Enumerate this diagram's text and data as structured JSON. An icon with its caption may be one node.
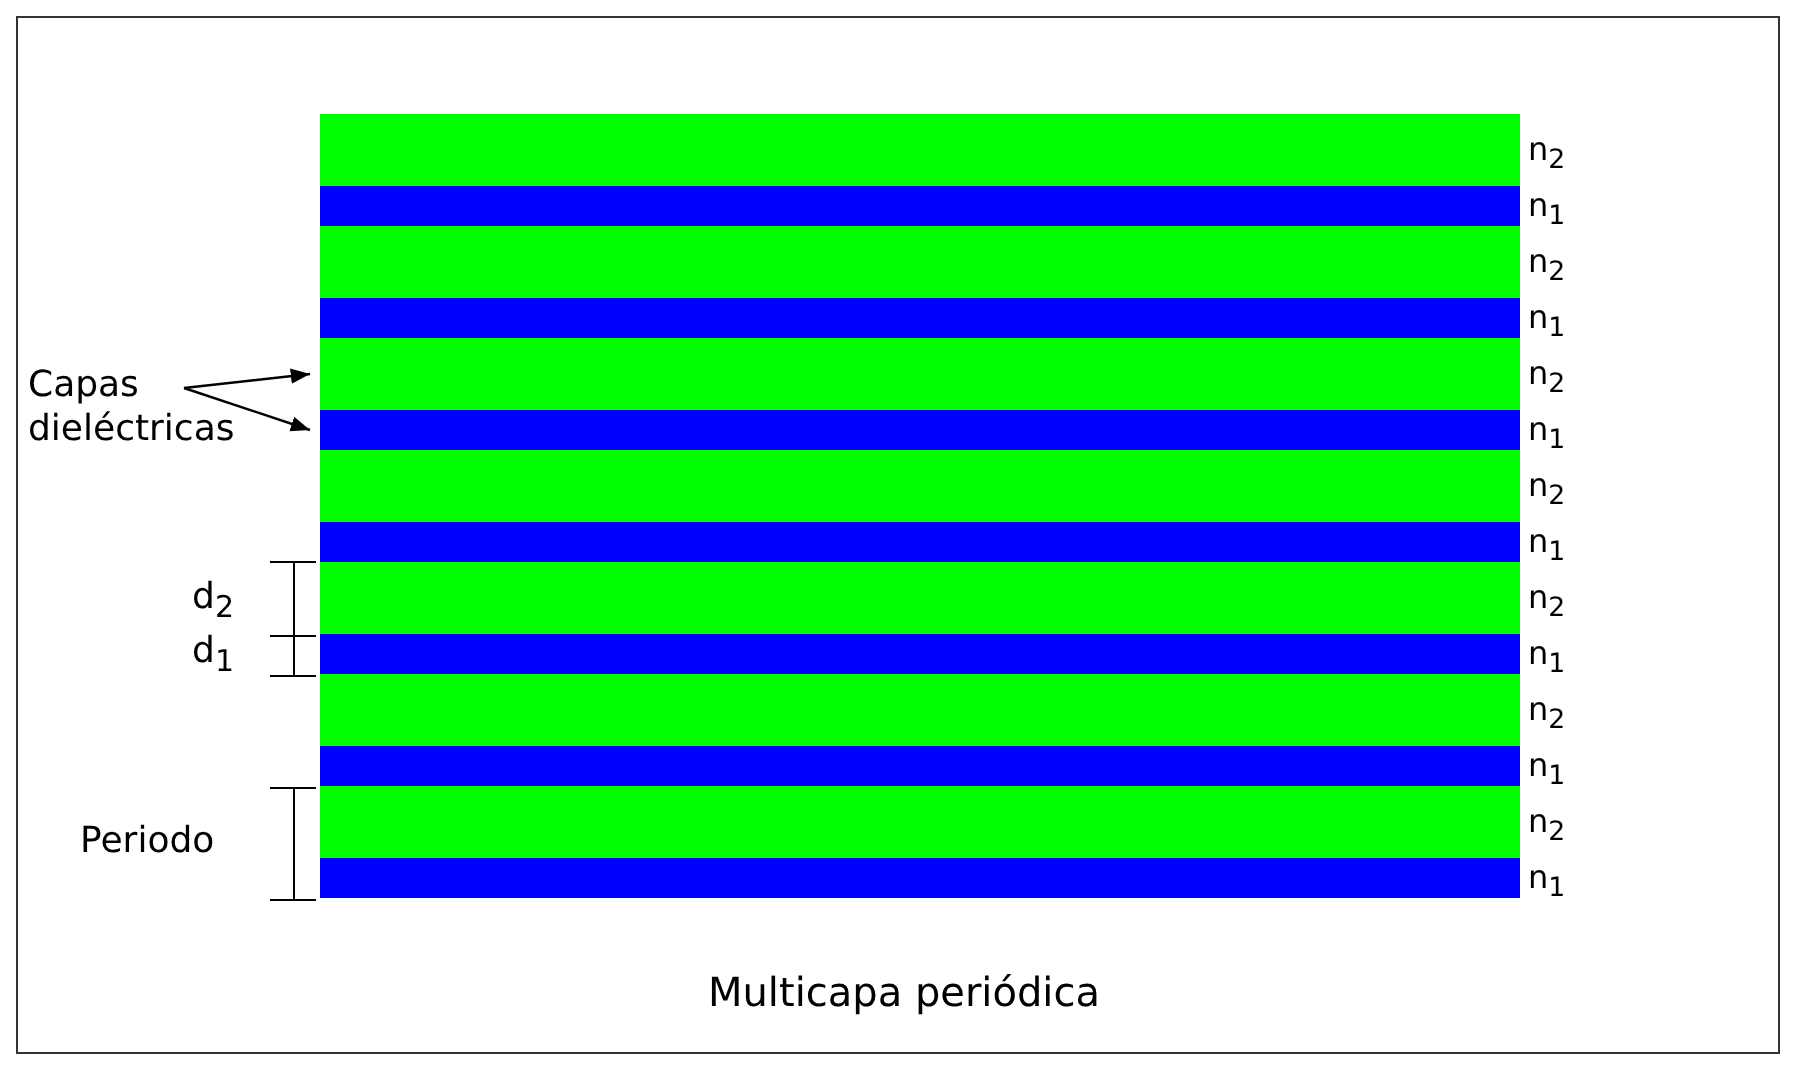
{
  "diagram": {
    "caption": "Multicapa periódica",
    "nodes": [
      {
        "text": [
          "Capas dieléctricas"
        ]
      },
      {
        "text": [],
        "shape": "bar",
        "beside": [
          "n$_{2}$"
        ]
      },
      {
        "text": [],
        "shape": "bar",
        "beside": [
          "n$_{1}$"
        ]
      },
      {
        "text": [],
        "shape": "bar",
        "beside": [
          "n$_{2}$"
        ]
      },
      {
        "text": [],
        "shape": "bar",
        "beside": [
          "n$_{1}$"
        ]
      },
      {
        "text": [],
        "shape": "bar",
        "beside": [
          "n$_{2}$"
        ]
      },
      {
        "text": [],
        "shape": "bar",
        "beside": [
          "n$_{1}$"
        ]
      },
      {
        "text": [],
        "shape": "bar",
        "beside": [
          "n$_{2}$"
        ]
      },
      {
        "text": [],
        "shape": "bar",
        "beside": [
          "n$_{1}$"
        ]
      },
      {
        "text": [],
        "shape": "bar",
        "beside": [
          "n$_{2}$"
        ]
      },
      {
        "text": [],
        "shape": "bar",
        "beside": [
          "n$_{1}$"
        ]
      },
      {
        "text": [],
        "shape": "bar",
        "beside": [
          "n$_{2}$"
        ]
      },
      {
        "text": [],
        "shape": "bar",
        "beside": [
          "n$_{1}$"
        ]
      },
      {
        "text": [],
        "shape": "bar",
        "beside": [
          "n$_{2}$"
        ]
      },
      {
        "text": [],
        "shape": "bar",
        "beside": [
          "n$_{1}$"
        ]
      }
    ],
    "edges": [
      {
        "from": 0,
        "to": 5,
        "arrow": "to"
      },
      {
        "from": 0,
        "to": 6,
        "arrow": "to"
      }
    ],
    "labels": [
      "d$_{2}$",
      "d$_{1}$",
      "Periodo"
    ]
  }
}
